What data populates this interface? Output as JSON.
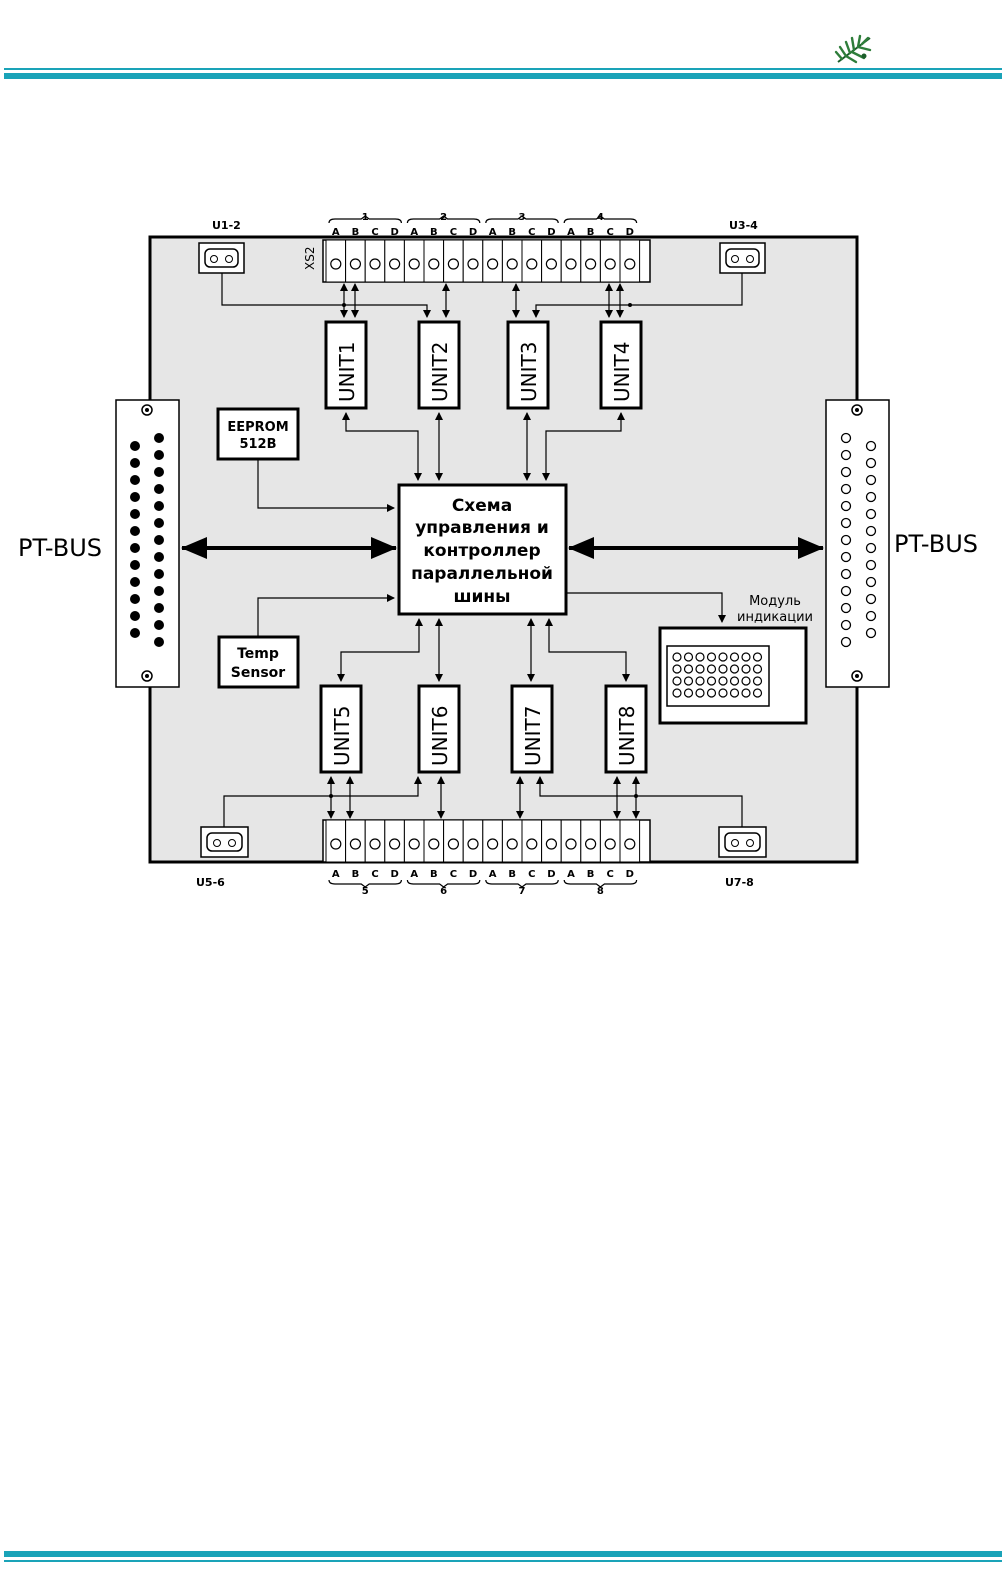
{
  "header": {
    "logo": "pine-branch-icon"
  },
  "diagram": {
    "bus_left_label": "PT-BUS",
    "bus_right_label": "PT-BUS",
    "connector_xs2_label": "XS2",
    "pin_letters": [
      "A",
      "B",
      "C",
      "D"
    ],
    "top_groups": [
      "1",
      "2",
      "3",
      "4"
    ],
    "bottom_groups": [
      "5",
      "6",
      "7",
      "8"
    ],
    "power_top_left": "U1-2",
    "power_top_right": "U3-4",
    "power_bottom_left": "U5-6",
    "power_bottom_right": "U7-8",
    "units_top": [
      "UNIT1",
      "UNIT2",
      "UNIT3",
      "UNIT4"
    ],
    "units_bottom": [
      "UNIT5",
      "UNIT6",
      "UNIT7",
      "UNIT8"
    ],
    "eeprom": {
      "line1": "EEPROM",
      "line2": "512B"
    },
    "temp": {
      "line1": "Temp",
      "line2": "Sensor"
    },
    "controller": [
      "Схема",
      "управления и",
      "контроллер",
      "параллельной",
      "шины"
    ],
    "indicator": {
      "line1": "Модуль",
      "line2": "индикации"
    }
  },
  "colors": {
    "rule": "#1aa3b8",
    "board": "#e6e6e6",
    "stroke": "#000000"
  }
}
